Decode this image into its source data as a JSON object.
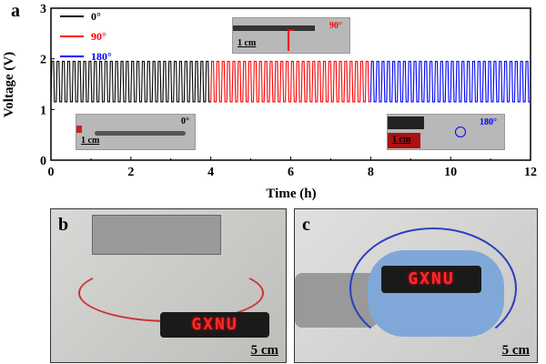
{
  "panel_labels": {
    "a": "a",
    "b": "b",
    "c": "c"
  },
  "chart_data": {
    "type": "line",
    "xlabel": "Time (h)",
    "ylabel": "Voltage (V)",
    "xlim": [
      0,
      12
    ],
    "ylim": [
      0,
      3
    ],
    "xticks": [
      "0",
      "2",
      "4",
      "6",
      "8",
      "10",
      "12"
    ],
    "yticks": [
      "0",
      "1",
      "2",
      "3"
    ],
    "legend_position": "top-left",
    "series": [
      {
        "name": "0°",
        "color": "#000000",
        "t_start": 0,
        "t_end": 4,
        "cycles": 30,
        "v_high": 1.95,
        "v_low": 1.15
      },
      {
        "name": "90°",
        "color": "#ff0000",
        "t_start": 4,
        "t_end": 8,
        "cycles": 30,
        "v_high": 1.95,
        "v_low": 1.15
      },
      {
        "name": "180°",
        "color": "#0000ff",
        "t_start": 8,
        "t_end": 12,
        "cycles": 30,
        "v_high": 1.95,
        "v_low": 1.15
      }
    ]
  },
  "insets": {
    "angle_0": "0°",
    "angle_90": "90°",
    "angle_180": "180°",
    "scale": "1 cm"
  },
  "photo_b": {
    "led_text": "GXNU",
    "scale": "5 cm"
  },
  "photo_c": {
    "led_text": "GXNU",
    "scale": "5 cm"
  }
}
